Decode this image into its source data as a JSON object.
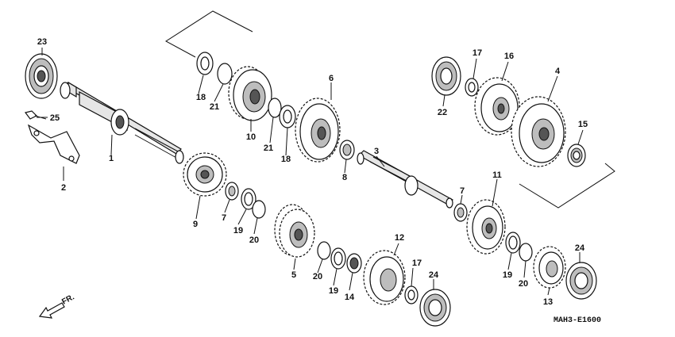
{
  "diagram": {
    "callouts": {
      "p1": "1",
      "p2": "2",
      "p3": "3",
      "p4": "4",
      "p5": "5",
      "p6": "6",
      "p7a": "7",
      "p7b": "7",
      "p8": "8",
      "p9": "9",
      "p10": "10",
      "p11": "11",
      "p12": "12",
      "p13": "13",
      "p14": "14",
      "p15": "15",
      "p16": "16",
      "p17a": "17",
      "p17b": "17",
      "p18a": "18",
      "p18b": "18",
      "p19a": "19",
      "p19b": "19",
      "p19c": "19",
      "p20a": "20",
      "p20b": "20",
      "p20c": "20",
      "p21a": "21",
      "p21b": "21",
      "p22": "22",
      "p23": "23",
      "p24a": "24",
      "p24b": "24",
      "p25": "25"
    },
    "front_label": "FR.",
    "diagram_code": "MAH3-E1600"
  }
}
